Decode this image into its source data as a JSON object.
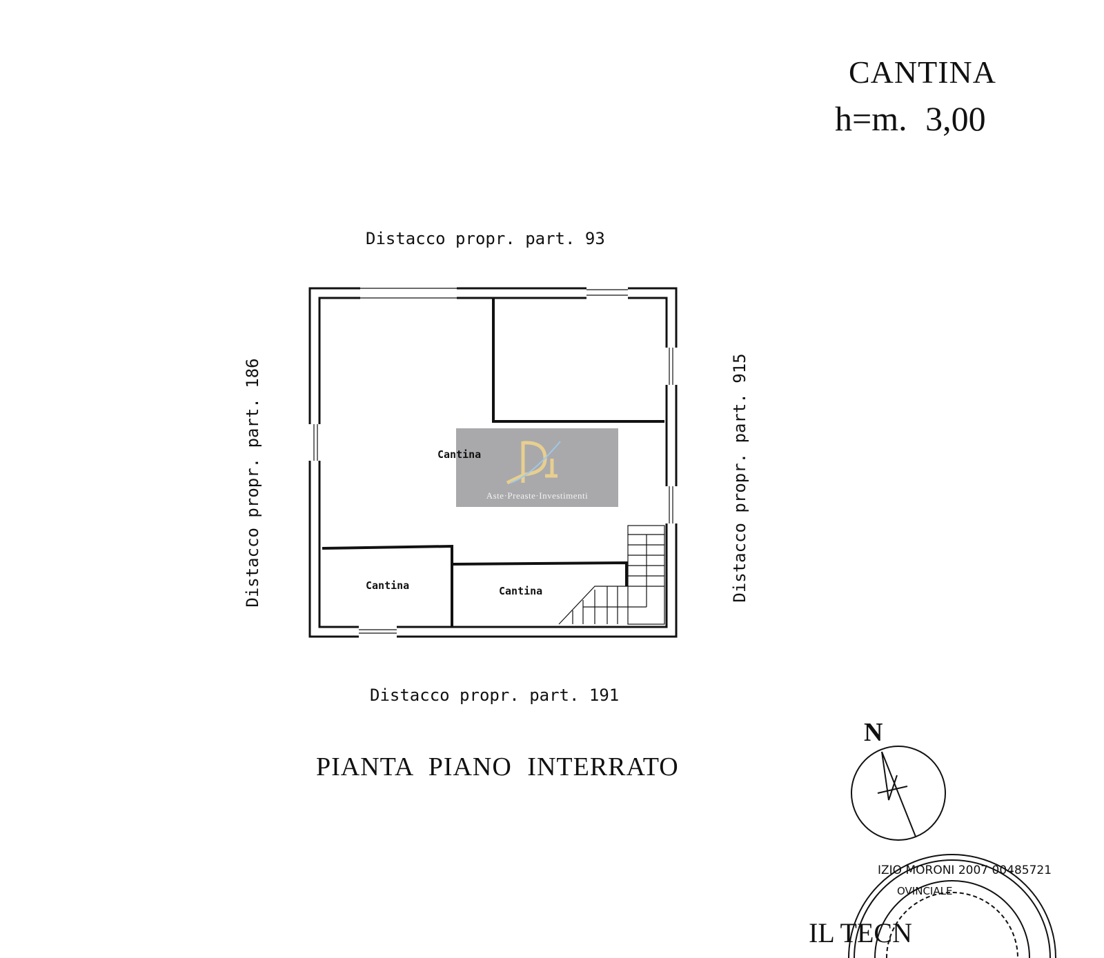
{
  "header": {
    "title": "CANTINA",
    "height_label": "h=m.  3,00"
  },
  "boundaries": {
    "top": "Distacco propr. part. 93",
    "bottom": "Distacco propr. part. 191",
    "left": "Distacco propr. part. 186",
    "right": "Distacco propr. part. 915"
  },
  "rooms": [
    {
      "label": "Cantina"
    },
    {
      "label": "Cantina"
    },
    {
      "label": "Cantina"
    }
  ],
  "plan_title": "PIANTA PIANO INTERRATO",
  "compass": {
    "label": "N"
  },
  "signature": {
    "label": "IL TECN"
  },
  "stamp": {
    "text_outer": "IZIO MORONI 2007 00485721",
    "text_inner": "OVINCIALE"
  },
  "watermark": {
    "text": "Aste·Preaste·Investimenti",
    "logo": "RI"
  },
  "colors": {
    "ink": "#111111",
    "watermark_bg": "#a9a9ab",
    "logo_gold": "#e8cf8f",
    "logo_blue": "#9fc8e8"
  }
}
